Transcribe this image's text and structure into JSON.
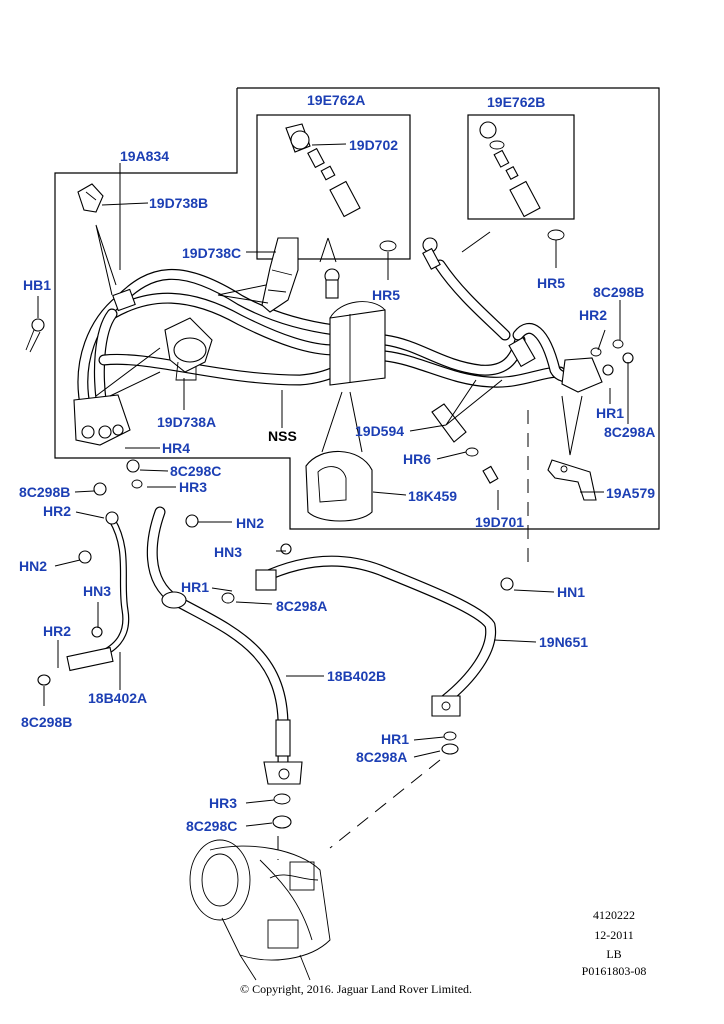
{
  "labels": {
    "l_19e762a": "19E762A",
    "l_19e762b": "19E762B",
    "l_19d702": "19D702",
    "l_19a834": "19A834",
    "l_19d738b": "19D738B",
    "l_19d738c": "19D738C",
    "l_hb1": "HB1",
    "l_hr5a": "HR5",
    "l_hr5b": "HR5",
    "l_8c298b_r": "8C298B",
    "l_hr2_r": "HR2",
    "l_hr1_r": "HR1",
    "l_8c298a_r": "8C298A",
    "l_19d738a": "19D738A",
    "l_nss": "NSS",
    "l_19d594": "19D594",
    "l_hr6": "HR6",
    "l_18k459": "18K459",
    "l_19a579": "19A579",
    "l_hr4": "HR4",
    "l_8c298c": "8C298C",
    "l_hr3_top": "HR3",
    "l_8c298b_l": "8C298B",
    "l_hr2_l": "HR2",
    "l_hn2_r": "HN2",
    "l_19d701": "19D701",
    "l_hn3_top": "HN3",
    "l_hn2_l": "HN2",
    "l_hr1_mid": "HR1",
    "l_hn1": "HN1",
    "l_8c298a_mid": "8C298A",
    "l_hn3_l": "HN3",
    "l_19n651": "19N651",
    "l_hr2_bl": "HR2",
    "l_18b402b": "18B402B",
    "l_18b402a": "18B402A",
    "l_8c298b_bl": "8C298B",
    "l_hr1_bot": "HR1",
    "l_8c298a_bot": "8C298A",
    "l_hr3_bot": "HR3",
    "l_8c298c_bot": "8C298C"
  },
  "footer": {
    "line1": "4120222",
    "line2": "12-2011",
    "line3": "LB",
    "line4": "P0161803-08",
    "copyright": "© Copyright, 2016. Jaguar Land Rover Limited."
  },
  "colors": {
    "callout": "#1c3fb4",
    "line": "#000000",
    "background": "#ffffff"
  }
}
